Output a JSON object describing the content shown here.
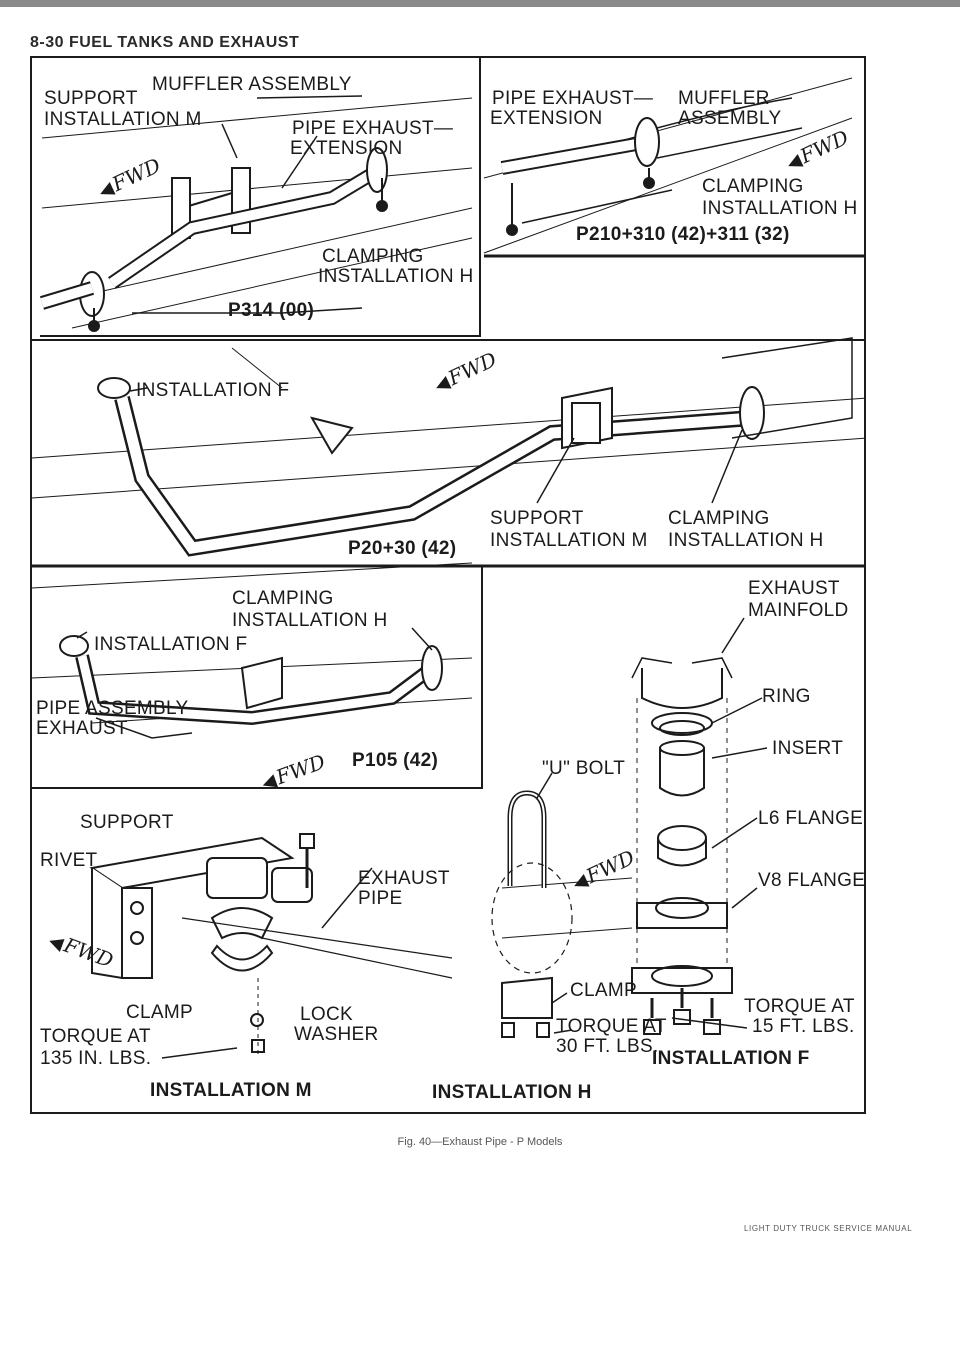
{
  "header": {
    "section": "8-30 FUEL TANKS AND EXHAUST"
  },
  "caption": "Fig. 40—Exhaust Pipe - P Models",
  "footer": "LIGHT DUTY TRUCK SERVICE MANUAL",
  "fwd_label": "FWD",
  "panels": {
    "p314": {
      "support": "SUPPORT",
      "installation_m": "INSTALLATION M",
      "muffler": "MUFFLER ASSEMBLY",
      "pipe_exhaust": "PIPE EXHAUST—",
      "extension": "EXTENSION",
      "clamping": "CLAMPING",
      "installation_h": "INSTALLATION H",
      "code": "P314 (00)"
    },
    "p210": {
      "pipe_exhaust": "PIPE EXHAUST—",
      "extension": "EXTENSION",
      "muffler": "MUFFLER",
      "assembly": "ASSEMBLY",
      "clamping": "CLAMPING",
      "installation_h": "INSTALLATION H",
      "code": "P210+310 (42)+311 (32)"
    },
    "p20": {
      "installation_f": "INSTALLATION F",
      "support": "SUPPORT",
      "installation_m": "INSTALLATION M",
      "clamping": "CLAMPING",
      "installation_h": "INSTALLATION H",
      "code": "P20+30 (42)"
    },
    "p105": {
      "clamping": "CLAMPING",
      "installation_h": "INSTALLATION H",
      "installation_f": "INSTALLATION F",
      "pipe_assembly": "PIPE ASSEMBLY—",
      "exhaust": "EXHAUST",
      "code": "P105 (42)"
    },
    "inst_m": {
      "support": "SUPPORT",
      "rivet": "RIVET",
      "exhaust": "EXHAUST",
      "pipe": "PIPE",
      "clamp": "CLAMP",
      "lock": "LOCK",
      "washer": "WASHER",
      "torque": "TORQUE AT",
      "torque_val": "135 IN. LBS.",
      "title": "INSTALLATION M"
    },
    "inst_h": {
      "u_bolt": "\"U\" BOLT",
      "clamp": "CLAMP",
      "torque": "TORQUE AT",
      "torque_val": "30 FT. LBS.",
      "title": "INSTALLATION H"
    },
    "inst_f": {
      "exhaust": "EXHAUST",
      "manifold": "MAINFOLD",
      "ring": "RING",
      "insert": "INSERT",
      "l6": "L6 FLANGE",
      "v8": "V8 FLANGE",
      "torque": "TORQUE AT",
      "torque_val": "15 FT. LBS.",
      "title": "INSTALLATION F"
    }
  }
}
